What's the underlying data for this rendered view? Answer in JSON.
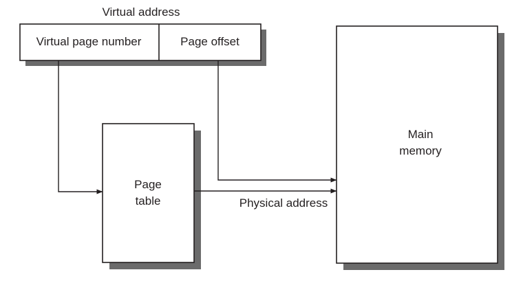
{
  "diagram": {
    "title": "Virtual address",
    "type": "block-diagram",
    "description": "Virtual address translation via page table into main memory",
    "background_color": "#ffffff",
    "stroke_color": "#231f20",
    "shadow_color": "#6b6b6b",
    "virtual_address_box": {
      "label": "Virtual address",
      "fields": [
        {
          "name": "virtual-page-number",
          "label": "Virtual page number"
        },
        {
          "name": "page-offset",
          "label": "Page offset"
        }
      ]
    },
    "page_table_box": {
      "label_line1": "Page",
      "label_line2": "table"
    },
    "main_memory_box": {
      "label_line1": "Main",
      "label_line2": "memory"
    },
    "connectors": [
      {
        "name": "vpn-to-page-table",
        "label": ""
      },
      {
        "name": "page-offset-to-main-memory",
        "label": ""
      },
      {
        "name": "page-table-to-main-memory",
        "label": "Physical address"
      }
    ],
    "edge_labels": {
      "physical_address": "Physical address"
    }
  }
}
